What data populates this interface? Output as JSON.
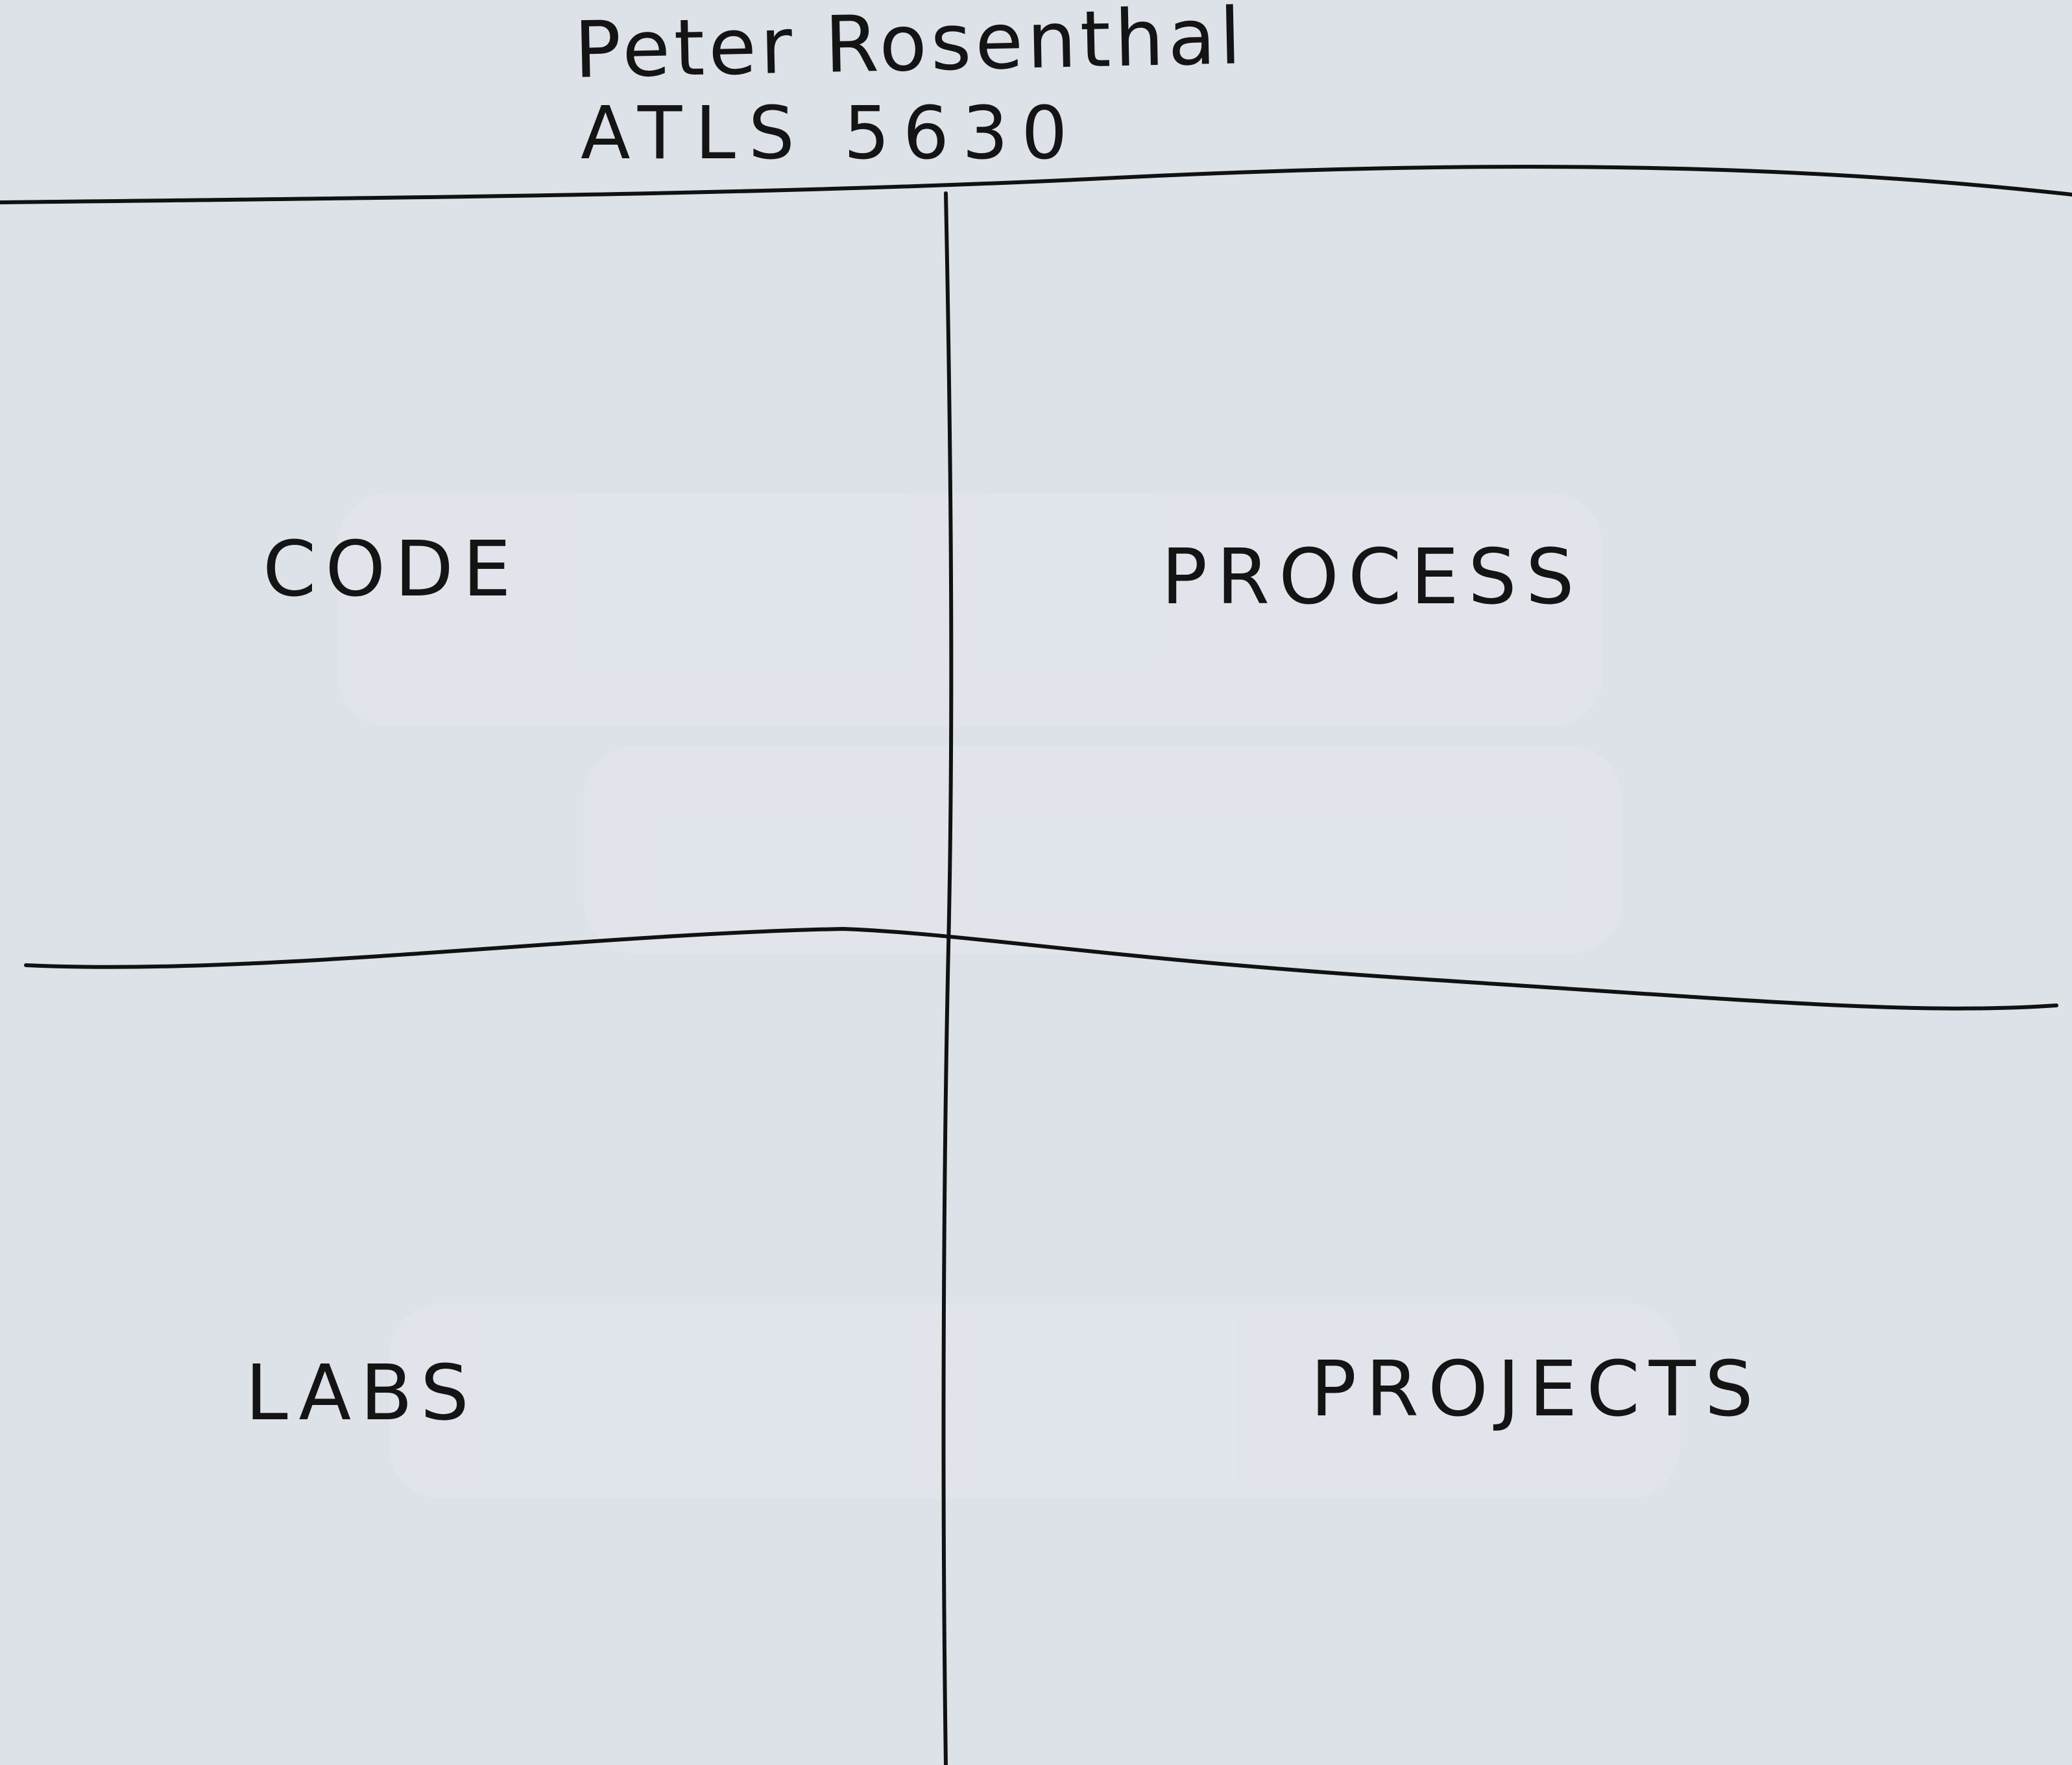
{
  "header": {
    "name": "Peter Rosenthal",
    "course": "ATLS 5630"
  },
  "quadrants": [
    {
      "label": "CODE"
    },
    {
      "label": "PROCESS"
    },
    {
      "label": "LABS"
    },
    {
      "label": "PROJECTS"
    }
  ],
  "colors": {
    "paper": "#dde2e9",
    "ink": "#141414"
  }
}
